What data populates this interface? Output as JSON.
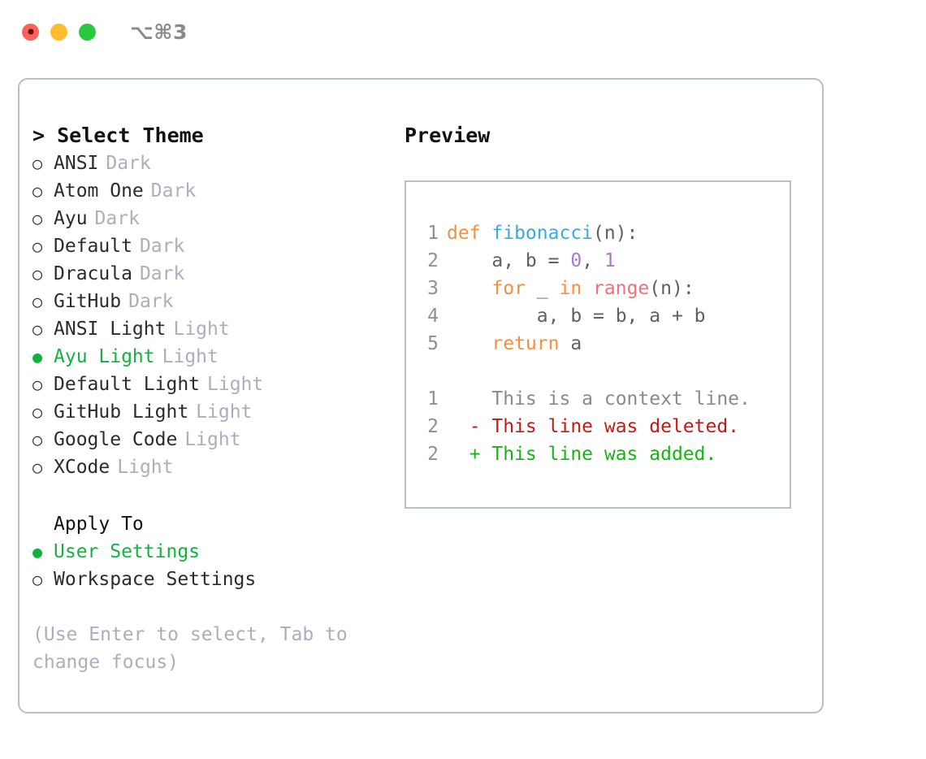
{
  "window": {
    "shortcut_label": "⌥⌘3",
    "traffic_lights": [
      "close-button",
      "minimize-button",
      "maximize-button"
    ]
  },
  "theme_picker": {
    "title": "> Select Theme",
    "marker_selected": "●",
    "marker_unselected": "○",
    "options": [
      {
        "name": "ANSI",
        "kind": "Dark",
        "selected": false
      },
      {
        "name": "Atom One",
        "kind": "Dark",
        "selected": false
      },
      {
        "name": "Ayu",
        "kind": "Dark",
        "selected": false
      },
      {
        "name": "Default",
        "kind": "Dark",
        "selected": false
      },
      {
        "name": "Dracula",
        "kind": "Dark",
        "selected": false
      },
      {
        "name": "GitHub",
        "kind": "Dark",
        "selected": false
      },
      {
        "name": "ANSI Light",
        "kind": "Light",
        "selected": false
      },
      {
        "name": "Ayu Light",
        "kind": "Light",
        "selected": true
      },
      {
        "name": "Default Light",
        "kind": "Light",
        "selected": false
      },
      {
        "name": "GitHub Light",
        "kind": "Light",
        "selected": false
      },
      {
        "name": "Google Code",
        "kind": "Light",
        "selected": false
      },
      {
        "name": "XCode",
        "kind": "Light",
        "selected": false
      }
    ]
  },
  "apply_to": {
    "title": "Apply To",
    "options": [
      {
        "name": "User Settings",
        "selected": true
      },
      {
        "name": "Workspace Settings",
        "selected": false
      }
    ]
  },
  "hint": "(Use Enter to select, Tab to change focus)",
  "preview": {
    "title": "Preview",
    "code_lines": [
      {
        "number": "1",
        "tokens": [
          {
            "text": "def ",
            "type": "kw"
          },
          {
            "text": "fibonacci",
            "type": "fn"
          },
          {
            "text": "(n):",
            "type": "punc"
          }
        ]
      },
      {
        "number": "2",
        "tokens": [
          {
            "text": "    a, b = ",
            "type": "var"
          },
          {
            "text": "0",
            "type": "num"
          },
          {
            "text": ", ",
            "type": "punc"
          },
          {
            "text": "1",
            "type": "num"
          }
        ]
      },
      {
        "number": "3",
        "tokens": [
          {
            "text": "    ",
            "type": "var"
          },
          {
            "text": "for",
            "type": "kw"
          },
          {
            "text": " _ ",
            "type": "var"
          },
          {
            "text": "in",
            "type": "kw"
          },
          {
            "text": " ",
            "type": "var"
          },
          {
            "text": "range",
            "type": "bin"
          },
          {
            "text": "(n):",
            "type": "punc"
          }
        ]
      },
      {
        "number": "4",
        "tokens": [
          {
            "text": "        a, b = b, a + b",
            "type": "var"
          }
        ]
      },
      {
        "number": "5",
        "tokens": [
          {
            "text": "    ",
            "type": "var"
          },
          {
            "text": "return",
            "type": "kw"
          },
          {
            "text": " a",
            "type": "var"
          }
        ]
      }
    ],
    "diff_lines": [
      {
        "number": "1",
        "marker": " ",
        "text": "This is a context line.",
        "type": "context"
      },
      {
        "number": "2",
        "marker": "-",
        "text": "This line was deleted.",
        "type": "deleted"
      },
      {
        "number": "2",
        "marker": "+",
        "text": "This line was added.",
        "type": "added"
      }
    ]
  },
  "colors": {
    "accent_green": "#11b33e",
    "muted": "#a9b0bb",
    "border": "#b4bfcc",
    "keyword": "#fa8d3e",
    "function": "#3ba9e8",
    "number": "#a37acc",
    "builtin": "#f07171",
    "text": "#5c6166",
    "diff_deleted": "#c41a16",
    "diff_added": "#17b317"
  }
}
